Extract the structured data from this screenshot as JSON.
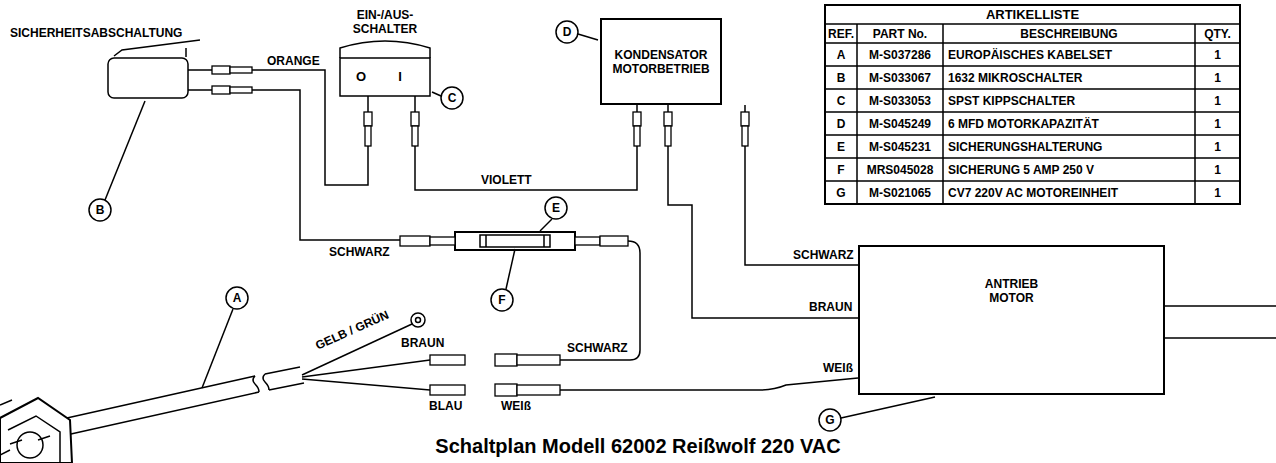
{
  "diagram": {
    "caption": "Schaltplan Modell 62002 Reißwolf 220 VAC",
    "nodes": [
      {
        "text": [
          "SICHERHEITSABSCHALTUNG"
        ]
      },
      {
        "text": [
          "EIN-/AUS- SCHALTER",
          "O",
          "I"
        ]
      },
      {
        "text": [
          "KONDENSATOR MOTORBETRIEB"
        ]
      },
      {
        "text": [
          "ANTRIEB MOTOR"
        ]
      }
    ],
    "edges": [
      {
        "from": 0,
        "to": 1,
        "arrow": "none",
        "label": "ORANGE"
      },
      {
        "from": 1,
        "to": 2,
        "arrow": "none",
        "label": "VIOLETT"
      },
      {
        "from": 2,
        "to": 3,
        "arrow": "none",
        "label": "BRAUN"
      },
      {
        "from": 2,
        "to": 3,
        "arrow": "none",
        "label": "SCHWARZ"
      }
    ],
    "labels": [
      "SCHWARZ",
      "GELB / GRÜN",
      "BRAUN",
      "BLAU",
      "SCHWARZ",
      "WEIß",
      "WEIß",
      "A",
      "B",
      "C",
      "D",
      "E",
      "F",
      "G",
      "ARTIKELLISTE",
      "REF.",
      "PART No.",
      "BESCHREIBUNG",
      "QTY.",
      "A",
      "M-S037286",
      "EUROPÄISCHES KABELSET",
      "1",
      "B",
      "M-S033067",
      "1632 MIKROSCHALTER",
      "1",
      "C",
      "M-S033053",
      "SPST KIPPSCHALTER",
      "1",
      "D",
      "M-S045249",
      "6 MFD MOTORKAPAZITÄT",
      "1",
      "E",
      "M-S045231",
      "SICHERUNGSHALTERUNG",
      "1",
      "F",
      "MRS045028",
      "SICHERUNG 5 AMP 250 V",
      "1",
      "G",
      "M-S021065",
      "CV7 220V AC MOTOREINHEIT",
      "1"
    ]
  }
}
